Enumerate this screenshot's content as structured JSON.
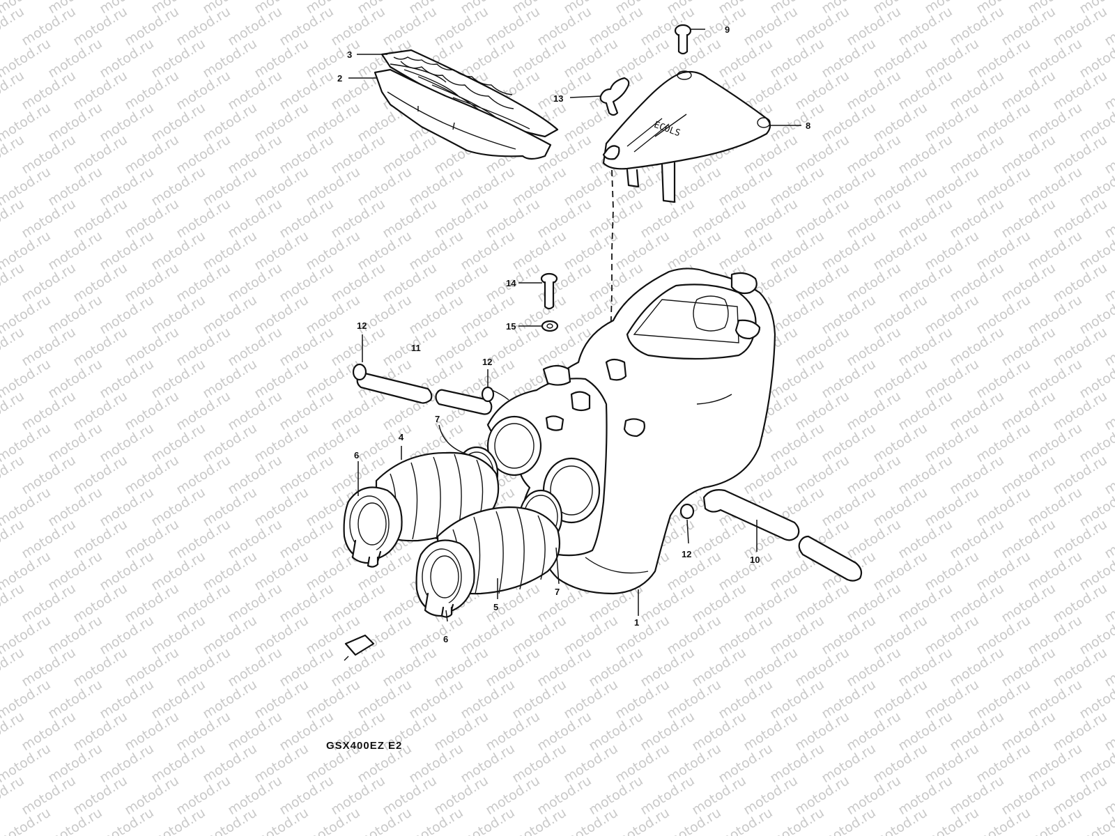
{
  "diagram": {
    "watermark": "motod.ru",
    "model_code": "GSX400EZ E2",
    "callouts": [
      {
        "id": "c1",
        "label": "1"
      },
      {
        "id": "c2",
        "label": "2"
      },
      {
        "id": "c3",
        "label": "3"
      },
      {
        "id": "c4",
        "label": "4"
      },
      {
        "id": "c5",
        "label": "5"
      },
      {
        "id": "c6a",
        "label": "6"
      },
      {
        "id": "c6b",
        "label": "6"
      },
      {
        "id": "c7a",
        "label": "7"
      },
      {
        "id": "c7b",
        "label": "7"
      },
      {
        "id": "c8",
        "label": "8"
      },
      {
        "id": "c9",
        "label": "9"
      },
      {
        "id": "c10",
        "label": "10"
      },
      {
        "id": "c11",
        "label": "11"
      },
      {
        "id": "c12a",
        "label": "12"
      },
      {
        "id": "c12b",
        "label": "12"
      },
      {
        "id": "c12c",
        "label": "12"
      },
      {
        "id": "c13",
        "label": "13"
      },
      {
        "id": "c14",
        "label": "14"
      },
      {
        "id": "c15",
        "label": "15"
      }
    ]
  }
}
